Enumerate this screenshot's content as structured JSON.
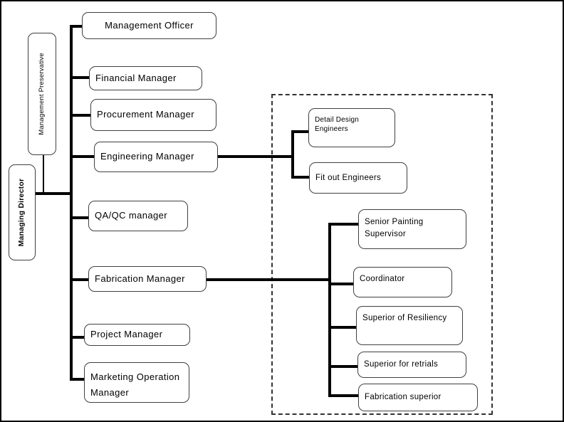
{
  "org_chart": {
    "director": {
      "label": "Managing Director"
    },
    "assistant": {
      "label": "Management Preservative"
    },
    "level1": [
      {
        "label": "Management Officer"
      },
      {
        "label": "Financial Manager"
      },
      {
        "label": "Procurement Manager"
      },
      {
        "label": "Engineering Manager"
      },
      {
        "label": "QA/QC manager"
      },
      {
        "label": "Fabrication Manager"
      },
      {
        "label": "Project Manager"
      },
      {
        "label": "Marketing Operation Manager"
      }
    ],
    "engineering_team": [
      {
        "label": "Detail Design Engineers"
      },
      {
        "label": "Fit out Engineers"
      }
    ],
    "fabrication_team": [
      {
        "label": "Senior Painting Supervisor"
      },
      {
        "label": "Coordinator"
      },
      {
        "label": "Superior of Resiliency"
      },
      {
        "label": "Superior for retrials"
      },
      {
        "label": "Fabrication superior"
      }
    ],
    "colors": {
      "connector": "#000000",
      "node_border": "#404040",
      "node_fill": "#ffffff",
      "text": "#000000",
      "group_outline": "#333333",
      "page_border": "#000000"
    }
  }
}
